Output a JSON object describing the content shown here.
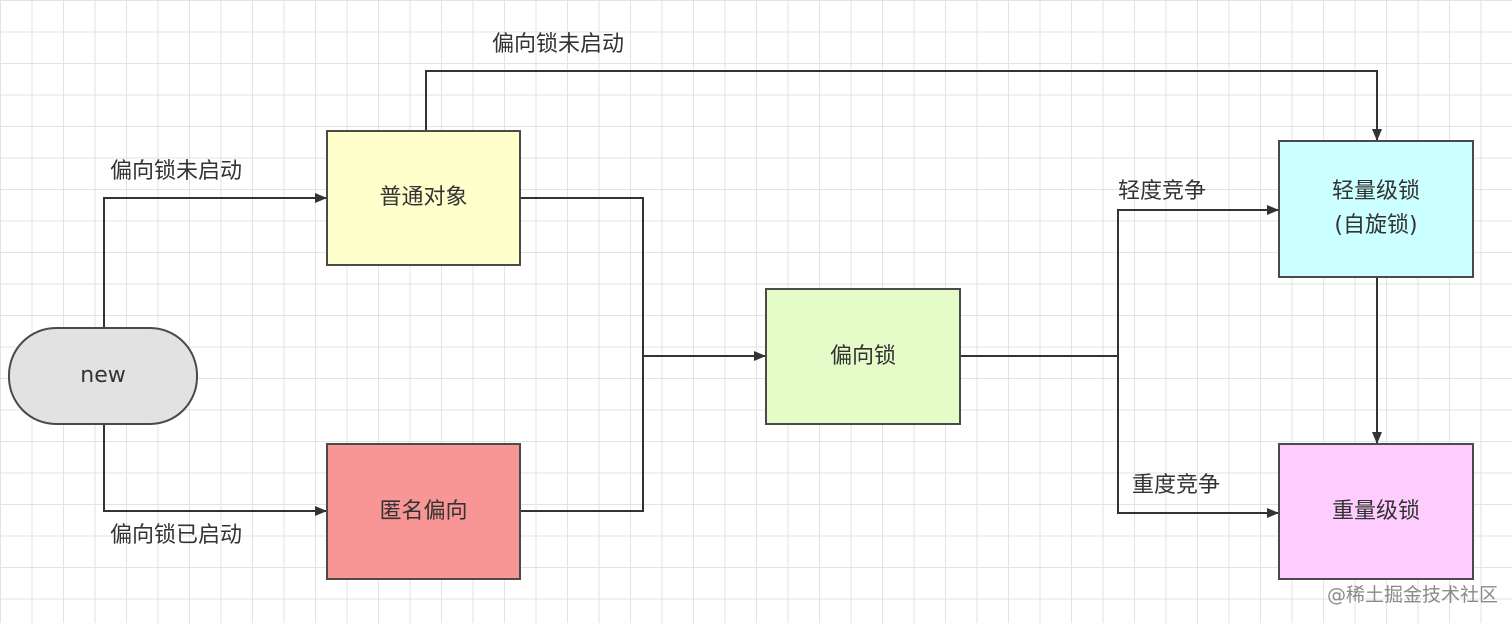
{
  "colors": {
    "start": "#e2e2e2",
    "normal_object": "#ffffcc",
    "anonymous_biased": "#f89595",
    "biased_lock": "#e6fcc8",
    "lightweight_lock": "#ccffff",
    "heavyweight_lock": "#ffccff",
    "line": "#333333"
  },
  "nodes": {
    "start": "new",
    "normal_object": "普通对象",
    "anonymous_biased": "匿名偏向",
    "biased_lock": "偏向锁",
    "lightweight_lock": "轻量级锁\n(自旋锁)",
    "heavyweight_lock": "重量级锁"
  },
  "edge_labels": {
    "biased_not_started_top": "偏向锁未启动",
    "biased_not_started": "偏向锁未启动",
    "biased_started": "偏向锁已启动",
    "light_contention": "轻度竞争",
    "heavy_contention": "重度竞争"
  },
  "watermark": "@稀土掘金技术社区"
}
